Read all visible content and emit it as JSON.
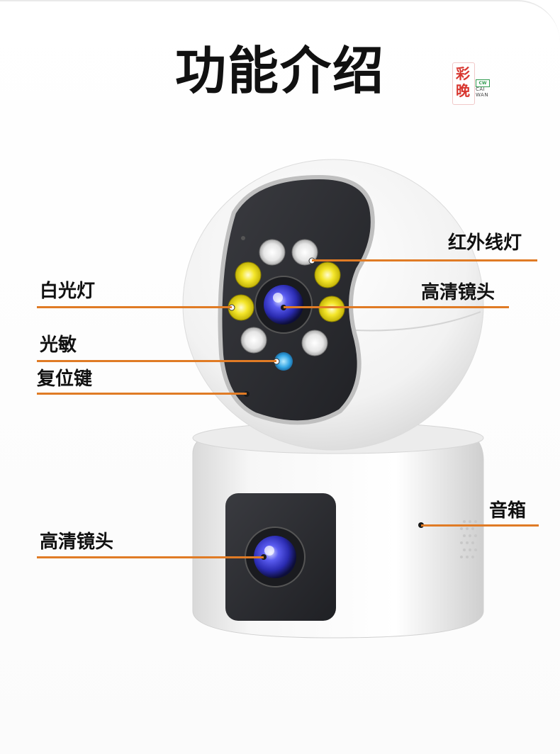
{
  "title": "功能介绍",
  "brand": {
    "seal_chars": [
      "彩",
      "晚"
    ],
    "logo_text": "CW",
    "name_lines": [
      "CAI",
      "WAN"
    ]
  },
  "labels": {
    "infrared_light": "红外线灯",
    "white_light": "白光灯",
    "hd_lens_top": "高清镜头",
    "light_sensor": "光敏",
    "reset_button": "复位键",
    "speaker": "音箱",
    "hd_lens_bottom": "高清镜头"
  },
  "colors": {
    "accent_line": "#e07b25",
    "title_text": "#111111",
    "seal_red": "#d8362f",
    "lens_blue": "#3d3fd8",
    "led_yellow": "#f2e21b",
    "face_black": "#2e2f33"
  }
}
